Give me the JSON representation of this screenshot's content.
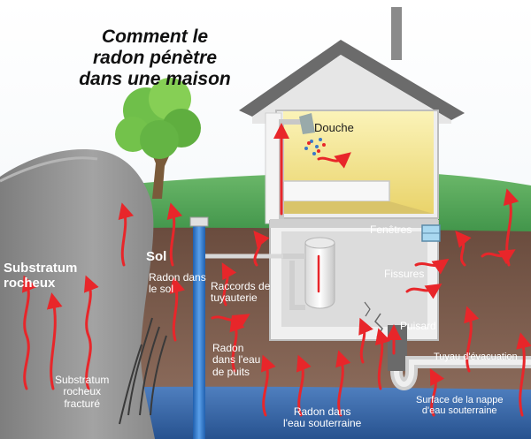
{
  "title": "Comment le\nradon pénètre\ndans une maison",
  "labels": {
    "douche": "Douche",
    "substratum_rocheux": "Substratum\nrocheux",
    "sol": "Sol",
    "radon_dans_le_sol": "Radon dans\nle sol",
    "raccords": "Raccords de\ntuyauterie",
    "radon_eau_puits": "Radon\ndans l'eau\nde puits",
    "substratum_fracture": "Substratum\nrocheux\nfracturé",
    "fenetres": "Fenêtres",
    "fissures": "Fissures",
    "puisard": "Puisard",
    "tuyau_evacuation": "Tuyau d'évacuation",
    "surface_nappe": "Surface de la nappe\nd'eau souterraine",
    "radon_eau_souterraine": "Radon dans\nl'eau souterraine"
  },
  "colors": {
    "arrow": "#e8262a",
    "soil": "#7a5a4a",
    "water": "#2f62a8",
    "grass": "#3f9a4a",
    "rock": "#8c8c8c",
    "roof": "#6b6b6b",
    "house_wall": "#f2f2f2",
    "room_light": "#f3e39a",
    "well_pipe": "#2b73c9"
  },
  "icons": [
    "tree-icon",
    "house-icon",
    "shower-icon",
    "window-icon",
    "water-heater-icon",
    "drain-pipe-icon",
    "chimney-icon"
  ]
}
